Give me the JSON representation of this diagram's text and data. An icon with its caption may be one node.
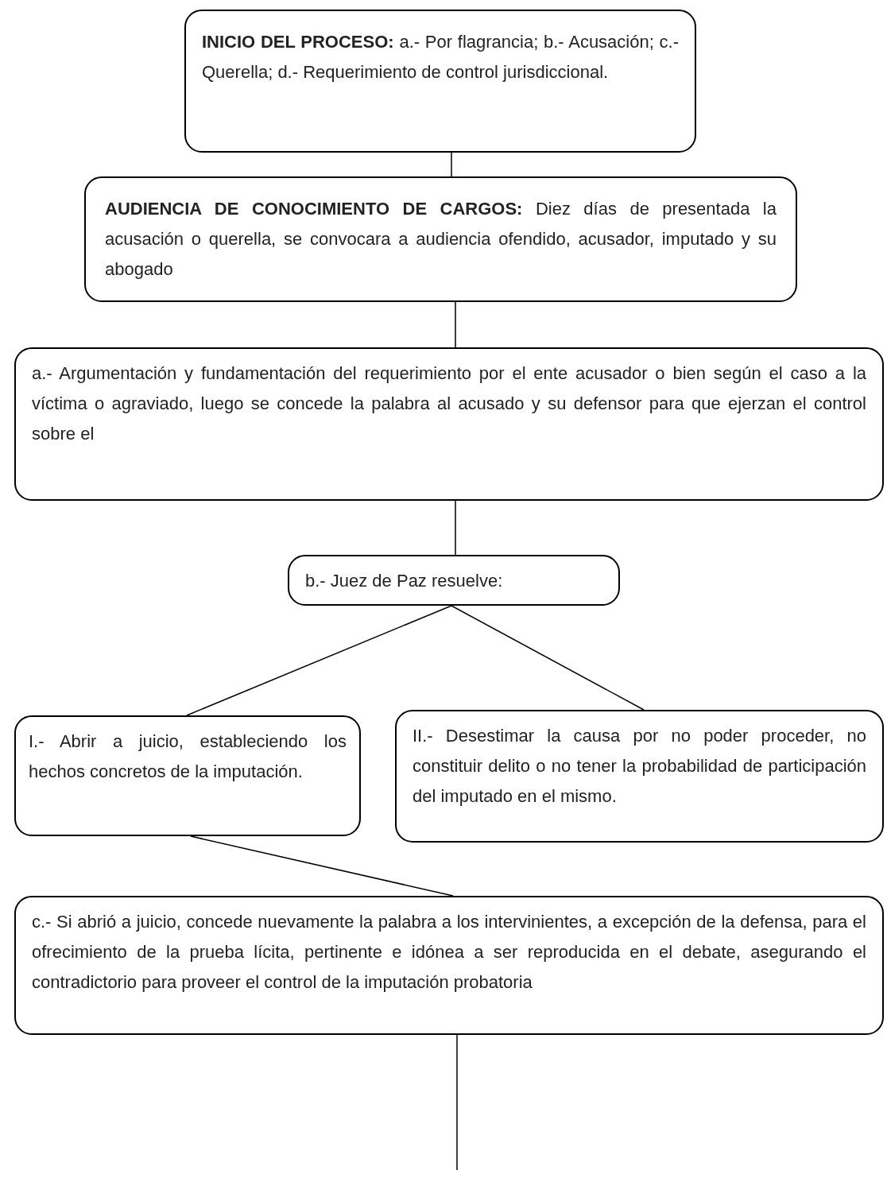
{
  "diagram": {
    "nodes": [
      {
        "text": [
          "**INICIO DEL PROCESO:** a.- Por flagrancia; b.- Acusación; c.- Querella; d.- Requerimiento de control jurisdiccional."
        ]
      },
      {
        "text": [
          "**AUDIENCIA DE CONOCIMIENTO DE CARGOS:** Diez días de presentada la acusación o querella, se convocara a audiencia ofendido, acusador, imputado y su abogado"
        ]
      },
      {
        "text": [
          "a.- Argumentación y fundamentación del requerimiento por el ente acusador o bien según el caso a la víctima o agraviado, luego se concede la palabra al acusado y su defensor para que ejerzan el control sobre el"
        ]
      },
      {
        "text": [
          "b.- Juez de Paz resuelve:"
        ]
      },
      {
        "text": [
          "I.- Abrir a juicio, estableciendo los hechos concretos de la imputación."
        ]
      },
      {
        "text": [
          "II.- Desestimar la causa por no poder proceder, no constituir delito o no tener la probabilidad de participación del imputado en el mismo."
        ]
      },
      {
        "text": [
          "c.- Si abrió a juicio, concede nuevamente la palabra a los intervinientes, a excepción de la defensa, para el ofrecimiento de la prueba lícita, pertinente e idónea a ser reproducida en el debate, asegurando el contradictorio para proveer el control de la imputación probatoria"
        ]
      }
    ],
    "edges": [
      {
        "from": 0,
        "to": 1,
        "arrow": "none"
      },
      {
        "from": 1,
        "to": 2,
        "arrow": "none"
      },
      {
        "from": 2,
        "to": 3,
        "arrow": "none"
      },
      {
        "from": 3,
        "to": 4,
        "arrow": "none"
      },
      {
        "from": 3,
        "to": 5,
        "arrow": "none"
      },
      {
        "from": 4,
        "to": 6,
        "arrow": "none"
      },
      {
        "from": 6,
        "to": null,
        "arrow": "none"
      }
    ]
  }
}
